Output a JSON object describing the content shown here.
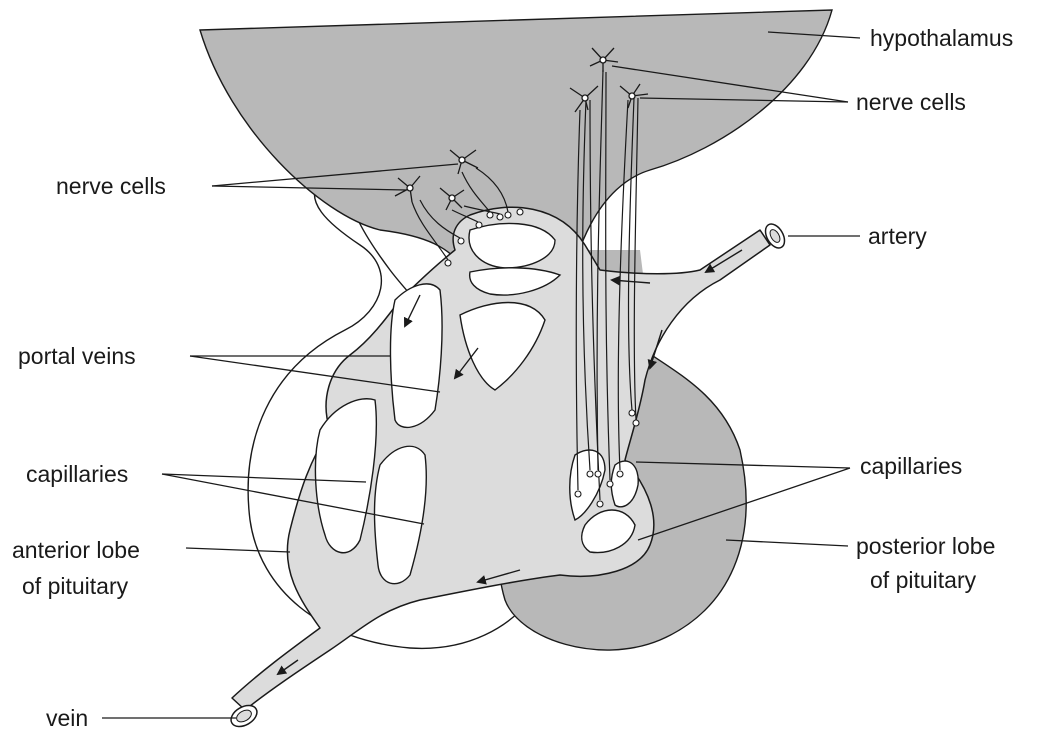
{
  "labels": {
    "hypothalamus": "hypothalamus",
    "nerve_cells_top": "nerve cells",
    "nerve_cells_left": "nerve cells",
    "artery": "artery",
    "portal_veins": "portal veins",
    "capillaries_left": "capillaries",
    "capillaries_right": "capillaries",
    "anterior_lobe_line1": "anterior lobe",
    "anterior_lobe_line2": "of pituitary",
    "posterior_lobe_line1": "posterior lobe",
    "posterior_lobe_line2": "of pituitary",
    "vein": "vein"
  },
  "colors": {
    "tissue_grey": "#b8b8b8",
    "vessel_fill": "#dcdcdc",
    "line": "#1a1a1a",
    "background": "#ffffff"
  }
}
